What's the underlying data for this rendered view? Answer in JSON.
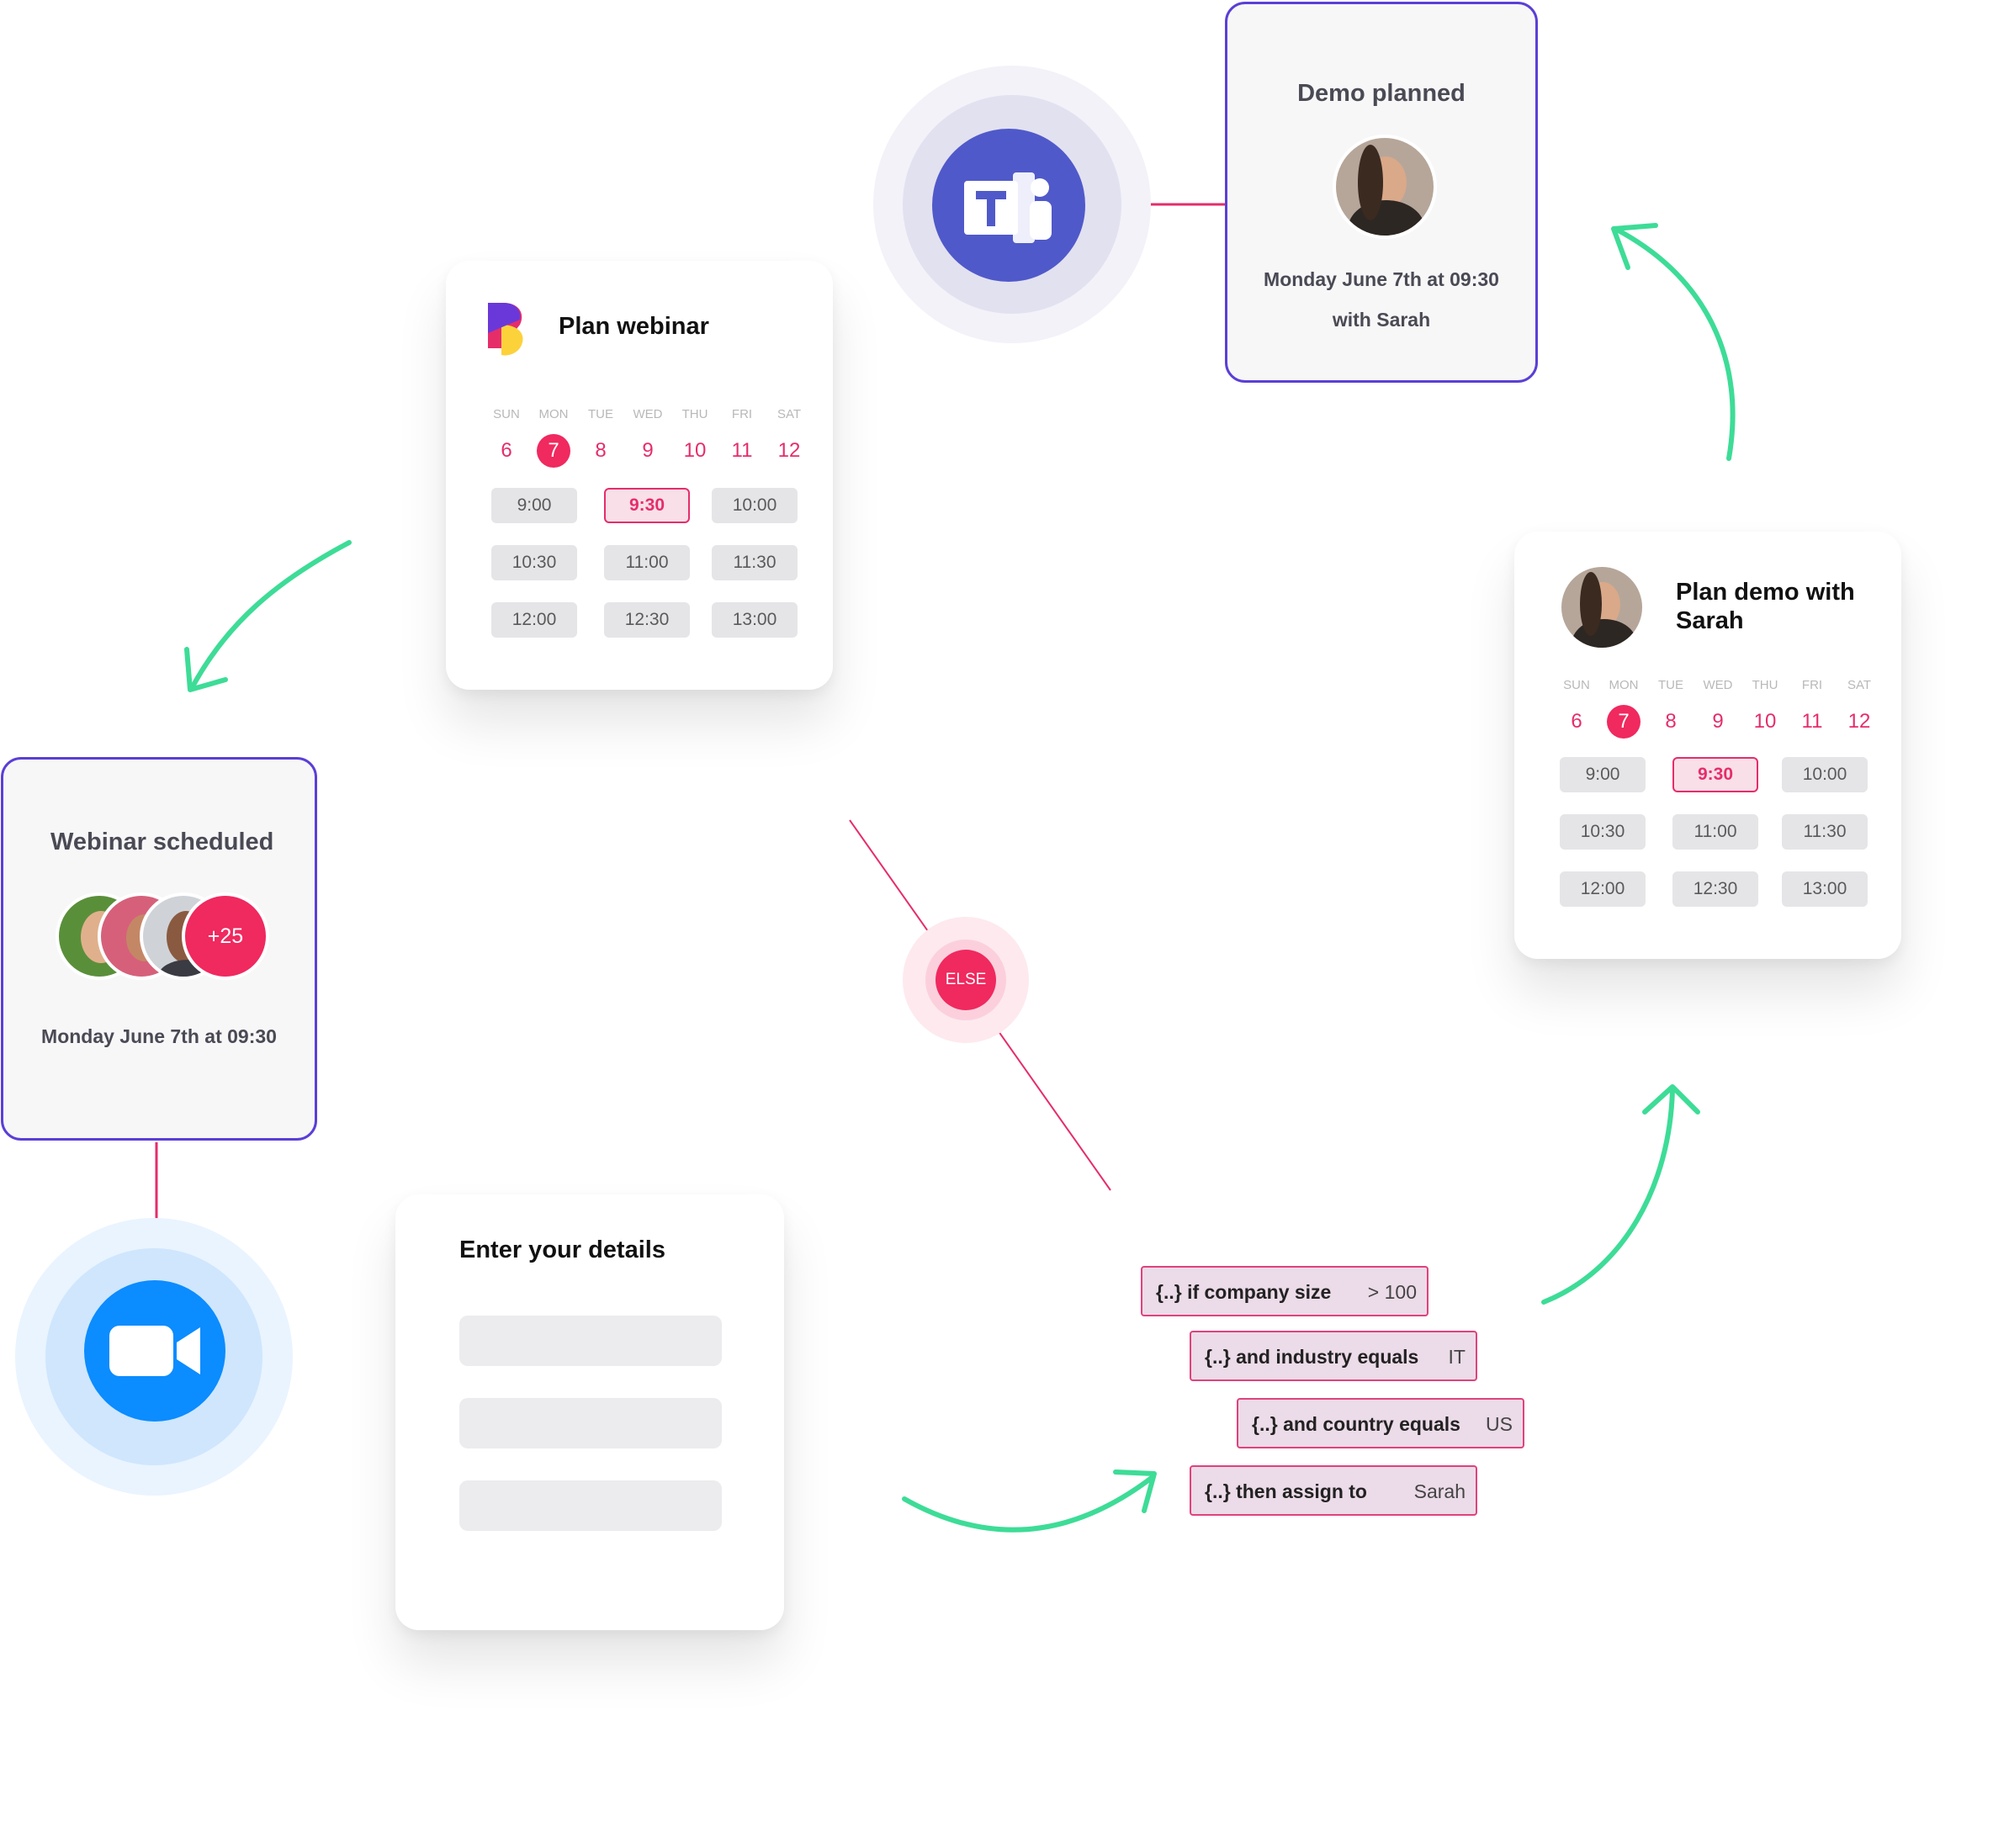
{
  "colors": {
    "accent_pink": "#e52d6a",
    "flow_green": "#3ddc97",
    "result_border": "#5b3fd6",
    "teams_purple": "#5059c9",
    "zoom_blue": "#0b8cff"
  },
  "plan_webinar": {
    "title": "Plan webinar",
    "logo_icon": "brand-logo-icon",
    "day_names": [
      "SUN",
      "MON",
      "TUE",
      "WED",
      "THU",
      "FRI",
      "SAT"
    ],
    "days": [
      "6",
      "7",
      "8",
      "9",
      "10",
      "11",
      "12"
    ],
    "selected_day": "7",
    "slots": [
      "9:00",
      "9:30",
      "10:00",
      "10:30",
      "11:00",
      "11:30",
      "12:00",
      "12:30",
      "13:00"
    ],
    "selected_slot": "9:30"
  },
  "webinar_scheduled": {
    "title": "Webinar scheduled",
    "more_count": "+25",
    "datetime": "Monday June 7th at 09:30"
  },
  "demo_planned": {
    "title": "Demo planned",
    "datetime": "Monday June 7th at 09:30",
    "with": "with Sarah"
  },
  "plan_demo": {
    "title_line1": "Plan demo with",
    "title_line2": "Sarah",
    "day_names": [
      "SUN",
      "MON",
      "TUE",
      "WED",
      "THU",
      "FRI",
      "SAT"
    ],
    "days": [
      "6",
      "7",
      "8",
      "9",
      "10",
      "11",
      "12"
    ],
    "selected_day": "7",
    "slots": [
      "9:00",
      "9:30",
      "10:00",
      "10:30",
      "11:00",
      "11:30",
      "12:00",
      "12:30",
      "13:00"
    ],
    "selected_slot": "9:30"
  },
  "enter_details": {
    "title": "Enter your details"
  },
  "else_node": {
    "label": "ELSE"
  },
  "rules": [
    {
      "label": "{..}  if company size",
      "value": "> 100"
    },
    {
      "label": "{..}  and industry equals",
      "value": "IT"
    },
    {
      "label": "{..}  and country equals",
      "value": "US"
    },
    {
      "label": "{..}  then assign to",
      "value": "Sarah"
    }
  ],
  "integrations": {
    "teams_icon": "microsoft-teams-icon",
    "zoom_icon": "zoom-video-icon"
  }
}
